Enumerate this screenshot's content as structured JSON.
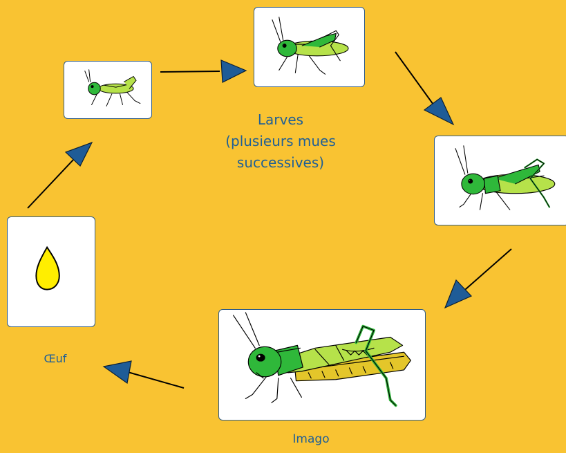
{
  "labels": {
    "larvae": "Larves\n(plusieurs mues\nsuccessives)",
    "egg": "Œuf",
    "adult": "Imago"
  },
  "colors": {
    "background": "#F9C332",
    "card_border": "#2e5b87",
    "label_text": "#1f5f96",
    "arrow_head": "#1f5c97",
    "grasshopper_green": "#2fb83a",
    "grasshopper_light": "#b6e24a",
    "egg_yellow": "#ffee00"
  },
  "stages": [
    {
      "id": "larva-1",
      "icon": "small-grasshopper-larva"
    },
    {
      "id": "larva-2",
      "icon": "grasshopper-larva"
    },
    {
      "id": "larva-3",
      "icon": "large-grasshopper-larva"
    },
    {
      "id": "adult",
      "icon": "adult-grasshopper"
    },
    {
      "id": "egg",
      "icon": "egg"
    }
  ]
}
